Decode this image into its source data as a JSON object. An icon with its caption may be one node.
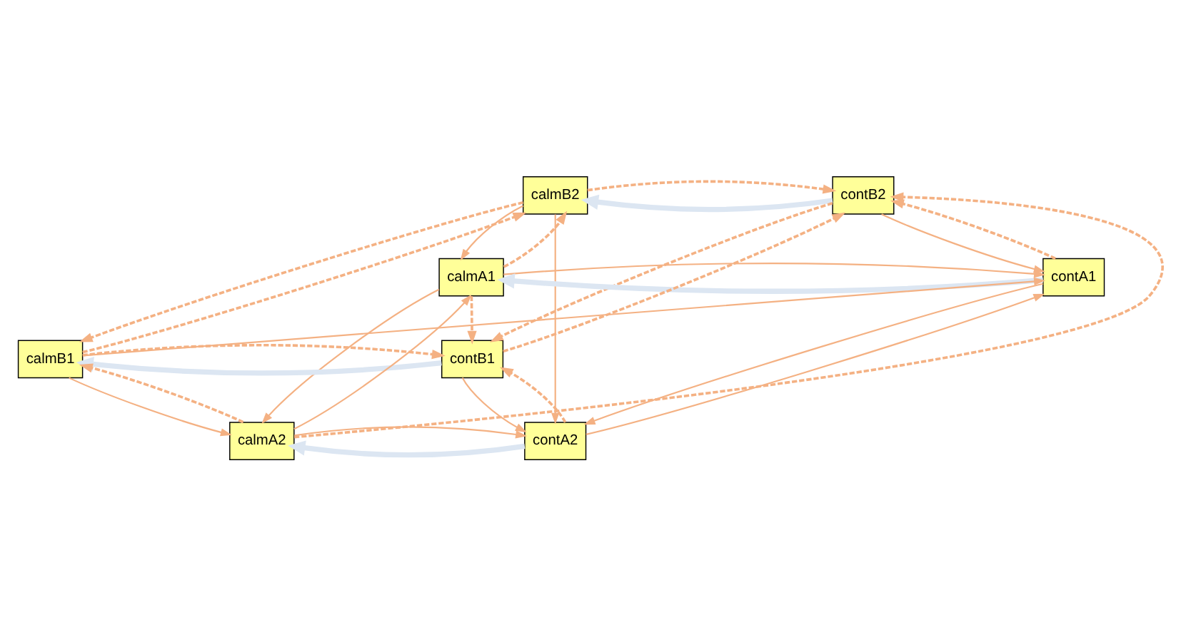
{
  "diagram": {
    "nodes": [
      {
        "text": [
          "calmB2"
        ]
      },
      {
        "text": [
          "contB2"
        ]
      },
      {
        "text": [
          "calmA1"
        ]
      },
      {
        "text": [
          "contA1"
        ]
      },
      {
        "text": [
          "calmB1"
        ]
      },
      {
        "text": [
          "contB1"
        ]
      },
      {
        "text": [
          "calmA2"
        ]
      },
      {
        "text": [
          "contA2"
        ]
      }
    ],
    "edges": [
      {
        "from": 1,
        "to": 0,
        "arrow": "to",
        "style": "thick",
        "color": "#dce6f2"
      },
      {
        "from": 0,
        "to": 1,
        "arrow": "to",
        "style": "dashed"
      },
      {
        "from": 2,
        "to": 0,
        "arrow": "to",
        "style": "dashed"
      },
      {
        "from": 0,
        "to": 2,
        "arrow": "to"
      },
      {
        "from": 0,
        "to": 4,
        "arrow": "to",
        "style": "dashed"
      },
      {
        "from": 4,
        "to": 0,
        "arrow": "to",
        "style": "dashed"
      },
      {
        "from": 0,
        "to": 7,
        "arrow": "to"
      },
      {
        "from": 3,
        "to": 2,
        "arrow": "to",
        "style": "thick",
        "color": "#dce6f2"
      },
      {
        "from": 2,
        "to": 3,
        "arrow": "to"
      },
      {
        "from": 2,
        "to": 5,
        "arrow": "to",
        "style": "dashed"
      },
      {
        "from": 2,
        "to": 6,
        "arrow": "to"
      },
      {
        "from": 6,
        "to": 2,
        "arrow": "to"
      },
      {
        "from": 3,
        "to": 1,
        "arrow": "to",
        "style": "dashed"
      },
      {
        "from": 1,
        "to": 3,
        "arrow": "to"
      },
      {
        "from": 1,
        "to": 5,
        "arrow": "to",
        "style": "dashed"
      },
      {
        "from": 5,
        "to": 1,
        "arrow": "to",
        "style": "dashed"
      },
      {
        "from": 3,
        "to": 7,
        "arrow": "to"
      },
      {
        "from": 7,
        "to": 3,
        "arrow": "to"
      },
      {
        "from": 5,
        "to": 4,
        "arrow": "to",
        "style": "thick",
        "color": "#dce6f2"
      },
      {
        "from": 4,
        "to": 5,
        "arrow": "to",
        "style": "dashed"
      },
      {
        "from": 4,
        "to": 3,
        "arrow": "to"
      },
      {
        "from": 6,
        "to": 1,
        "arrow": "to",
        "style": "dashed"
      },
      {
        "from": 6,
        "to": 4,
        "arrow": "to",
        "style": "dashed"
      },
      {
        "from": 4,
        "to": 6,
        "arrow": "to"
      },
      {
        "from": 7,
        "to": 6,
        "arrow": "to",
        "style": "thick",
        "color": "#dce6f2"
      },
      {
        "from": 6,
        "to": 7,
        "arrow": "to"
      },
      {
        "from": 7,
        "to": 5,
        "arrow": "to",
        "style": "dashed"
      },
      {
        "from": 5,
        "to": 7,
        "arrow": "to"
      }
    ]
  }
}
